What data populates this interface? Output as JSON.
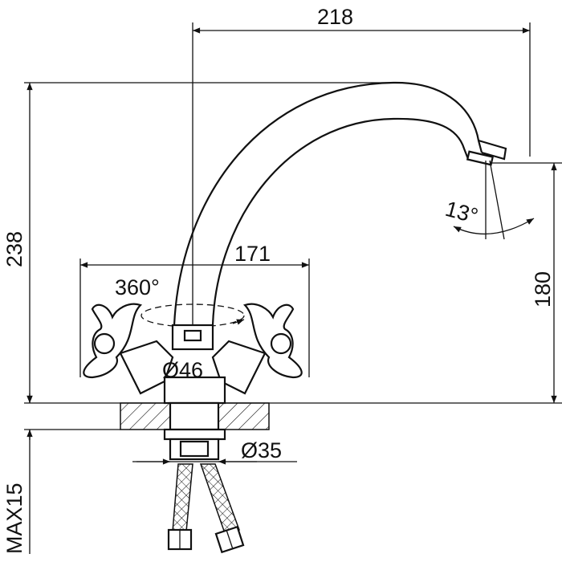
{
  "title": "Faucet technical drawing",
  "dimensions": {
    "width_reach": "218",
    "total_height": "238",
    "handle_span": "171",
    "rotation": "360°",
    "spout_angle": "13°",
    "spout_height": "180",
    "base_diameter": "Ø46",
    "shank_diameter": "Ø35",
    "max_countertop": "MAX15"
  },
  "colors": {
    "line": "#111111",
    "background": "#ffffff"
  }
}
